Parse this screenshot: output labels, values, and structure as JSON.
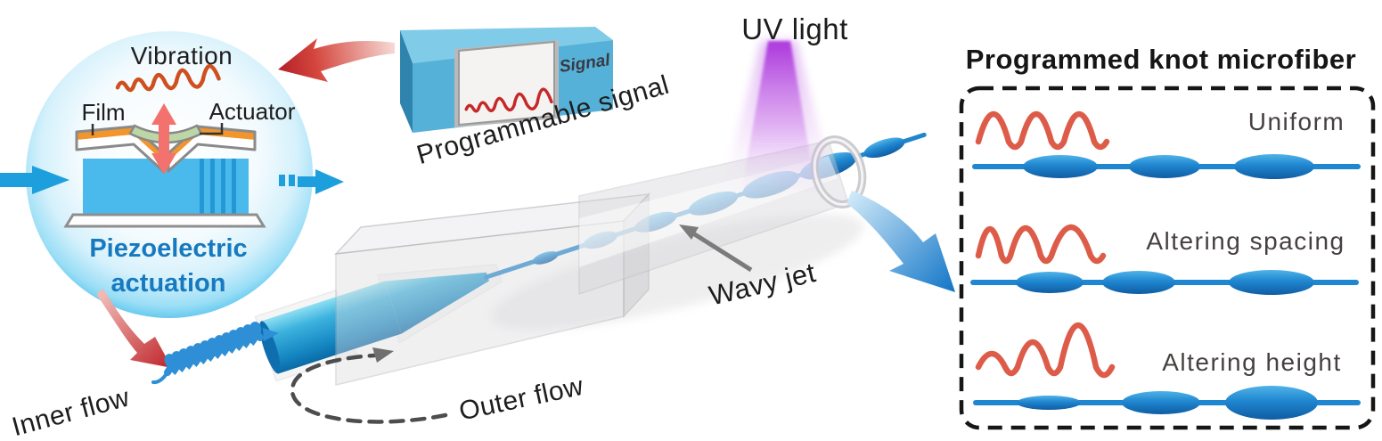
{
  "colors": {
    "azure_flow": "#1e9fdd",
    "fiber_blue": "#1f86d0",
    "signal_red": "#dd5c49",
    "arrow_red": "#c1272d",
    "uv_purple": "#b44fe0",
    "piezo_blue": "#177abf",
    "label_dark": "#1d1d1d",
    "panel_label": "#474040",
    "glass_gray": "#d6d6da",
    "box_front": "#56b1d9",
    "box_top": "#7fcbe8",
    "box_side": "#2f84ad",
    "screen_bg": "#f4f3f1",
    "coil_blue": "#2f8fd6"
  },
  "inset": {
    "heading": "Vibration",
    "film_label": "Film",
    "actuator_label": "Actuator",
    "caption_lines": [
      "Piezoelectric",
      "actuation"
    ]
  },
  "generator": {
    "device_label": "Signal",
    "caption": "Programmable signal"
  },
  "process_labels": {
    "uv": "UV light",
    "wavy_jet": "Wavy jet",
    "inner_flow": "Inner flow",
    "outer_flow": "Outer flow"
  },
  "panel": {
    "title": "Programmed knot microfiber",
    "rows": [
      {
        "label": "Uniform"
      },
      {
        "label": "Altering spacing"
      },
      {
        "label": "Altering height"
      }
    ]
  }
}
